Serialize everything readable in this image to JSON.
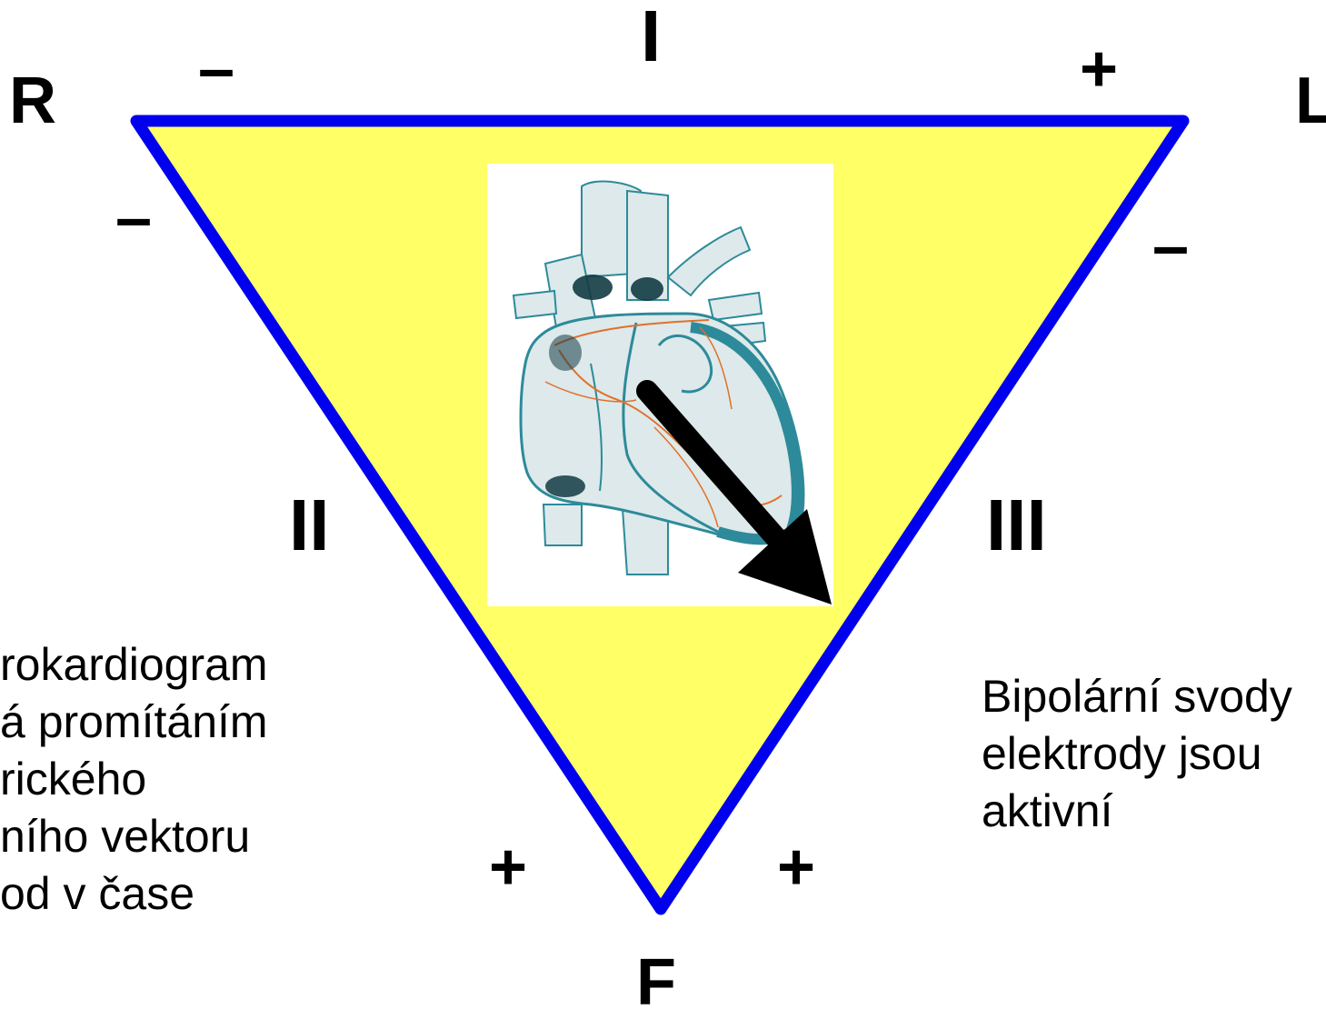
{
  "corners": {
    "right_arm": "R",
    "left_arm": "L",
    "foot": "F"
  },
  "leads": {
    "lead_1": "I",
    "lead_2": "II",
    "lead_3": "III"
  },
  "signs": {
    "lead1_negative": "–",
    "lead1_positive": "+",
    "lead2_negative": "–",
    "lead2_positive": "+",
    "lead3_negative": "–",
    "lead3_positive": "+"
  },
  "left_text": [
    "rokardiogram",
    "á promítáním",
    "rického",
    "ního vektoru",
    "od v čase"
  ],
  "right_text": [
    "Bipolární svody",
    "elektrody jsou",
    "aktivní"
  ],
  "colors": {
    "triangle_fill": "#ffff66",
    "triangle_border": "#0000ee",
    "vector_arrow": "#000000",
    "heart_body": "#dde9ea",
    "heart_outline": "#2d8a9a",
    "conduction_path": "#e0702a"
  },
  "icons": {
    "heart": "heart-illustration-icon",
    "vector": "vector-arrow-icon"
  }
}
